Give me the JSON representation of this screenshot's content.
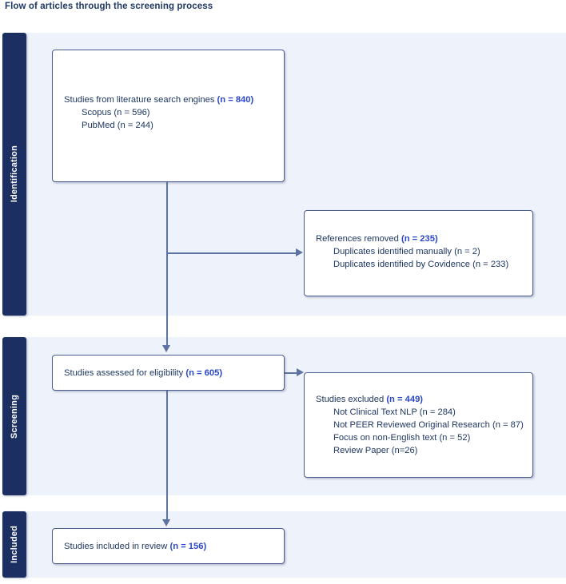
{
  "figure": {
    "title": "Flow of articles through the screening process"
  },
  "colors": {
    "band_navy": "#1b2f62",
    "canvas_lavender": "#eef2fb",
    "box_border": "#4a5f8e",
    "text_navy": "#1f3864",
    "accent_blue": "#2a46c8",
    "connector": "#5c72a0"
  },
  "stages": [
    {
      "label": "Identification"
    },
    {
      "label": "Screening"
    },
    {
      "label": "Included"
    }
  ],
  "boxes": {
    "identification_sources": {
      "head_text": "Studies from literature search engines ",
      "head_count": "(n = 840)",
      "sublines": [
        "Scopus (n = 596)",
        "PubMed (n = 244)"
      ]
    },
    "references_removed": {
      "head_text": "References removed ",
      "head_count": "(n = 235)",
      "sublines": [
        "Duplicates identified manually (n = 2)",
        "Duplicates identified by Covidence (n = 233)"
      ]
    },
    "assessed_eligibility": {
      "head_text": "Studies assessed for eligibility ",
      "head_count": "(n = 605)",
      "sublines": []
    },
    "studies_excluded": {
      "head_text": "Studies excluded ",
      "head_count": "(n = 449)",
      "sublines": [
        "Not Clinical Text NLP (n = 284)",
        "Not PEER Reviewed Original Research (n = 87)",
        "Focus on non-English text (n = 52)",
        "Review Paper (n=26)"
      ]
    },
    "included_in_review": {
      "head_text": "Studies included in review ",
      "head_count": "(n = 156)",
      "sublines": []
    }
  }
}
